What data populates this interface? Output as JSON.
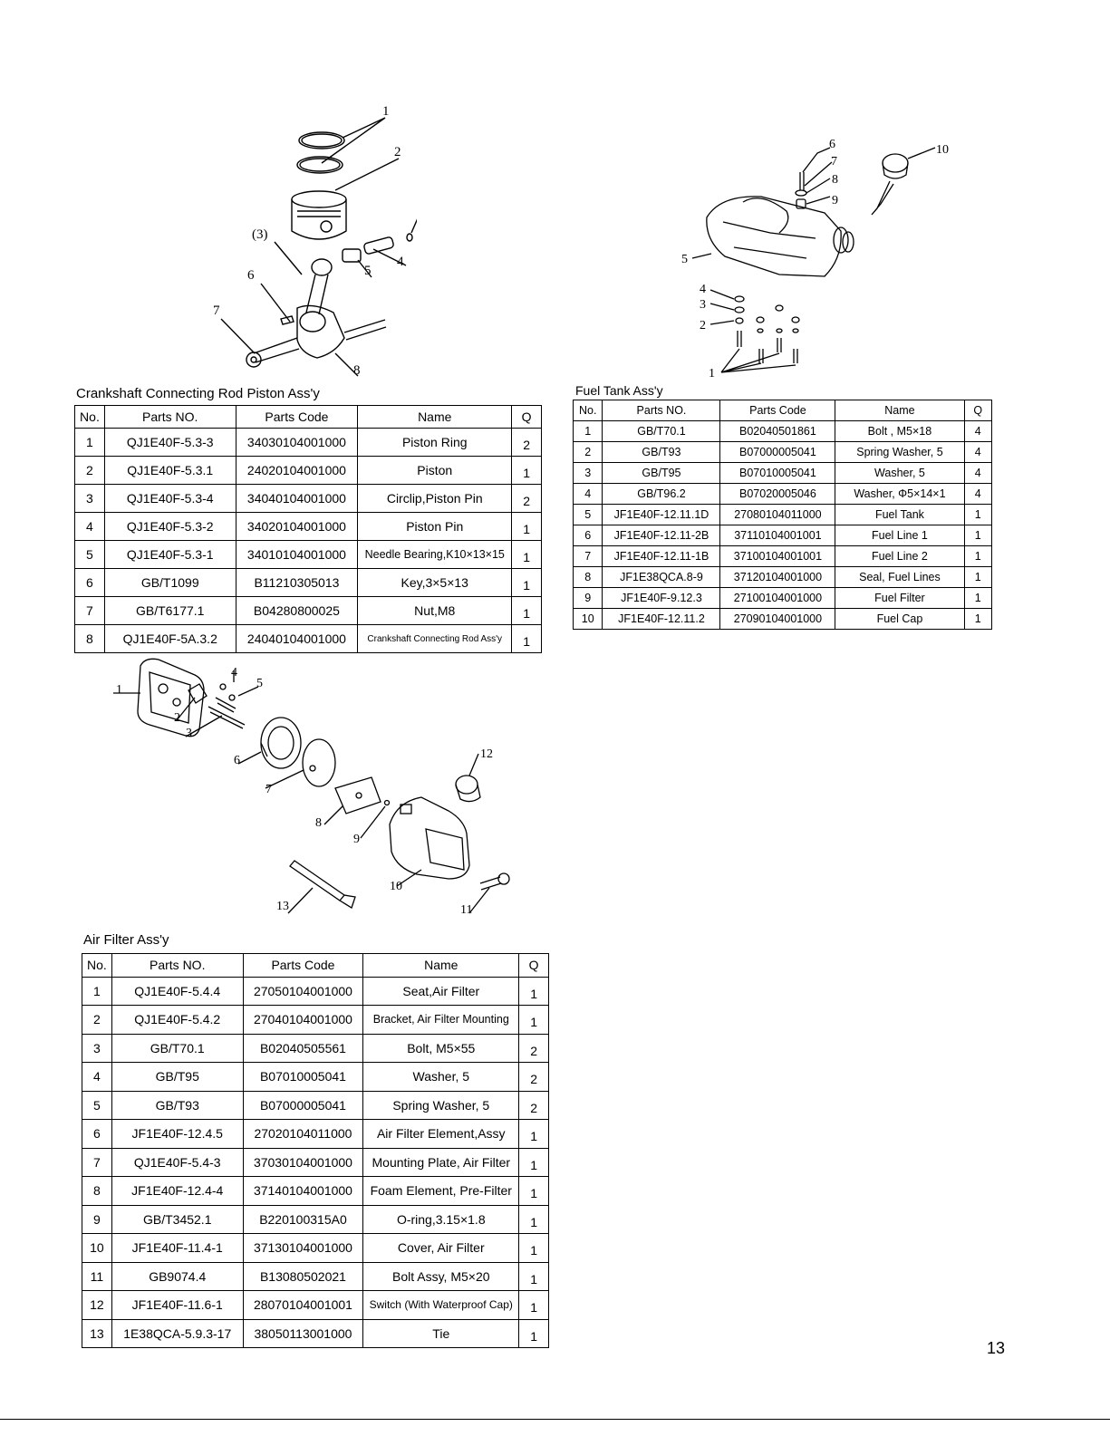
{
  "headers": {
    "no": "No.",
    "parts_no": "Parts NO.",
    "parts_code": "Parts Code",
    "name": "Name",
    "q": "Q"
  },
  "crankshaft": {
    "title": "Crankshaft  Connecting Rod Piston Ass'y",
    "rows": [
      {
        "no": "1",
        "parts_no": "QJ1E40F-5.3-3",
        "code": "34030104001000",
        "name": "Piston Ring",
        "q": "2"
      },
      {
        "no": "2",
        "parts_no": "QJ1E40F-5.3.1",
        "code": "24020104001000",
        "name": "Piston",
        "q": "1"
      },
      {
        "no": "3",
        "parts_no": "QJ1E40F-5.3-4",
        "code": "34040104001000",
        "name": "Circlip,Piston Pin",
        "q": "2"
      },
      {
        "no": "4",
        "parts_no": "QJ1E40F-5.3-2",
        "code": "34020104001000",
        "name": "Piston Pin",
        "q": "1"
      },
      {
        "no": "5",
        "parts_no": "QJ1E40F-5.3-1",
        "code": "34010104001000",
        "name": "Needle Bearing,K10×13×15",
        "q": "1"
      },
      {
        "no": "6",
        "parts_no": "GB/T1099",
        "code": "B11210305013",
        "name": "Key,3×5×13",
        "q": "1"
      },
      {
        "no": "7",
        "parts_no": "GB/T6177.1",
        "code": "B04280800025",
        "name": "Nut,M8",
        "q": "1"
      },
      {
        "no": "8",
        "parts_no": "QJ1E40F-5A.3.2",
        "code": "24040104001000",
        "name": "Crankshaft Connecting Rod  Ass'y",
        "q": "1"
      }
    ],
    "callouts": [
      "1",
      "2",
      "3",
      "(3)",
      "4",
      "5",
      "6",
      "7",
      "8"
    ]
  },
  "fuel_tank": {
    "title": "Fuel Tank Ass'y",
    "rows": [
      {
        "no": "1",
        "parts_no": "GB/T70.1",
        "code": "B02040501861",
        "name": "Bolt , M5×18",
        "q": "4"
      },
      {
        "no": "2",
        "parts_no": "GB/T93",
        "code": "B07000005041",
        "name": "Spring Washer, 5",
        "q": "4"
      },
      {
        "no": "3",
        "parts_no": "GB/T95",
        "code": "B07010005041",
        "name": "Washer, 5",
        "q": "4"
      },
      {
        "no": "4",
        "parts_no": "GB/T96.2",
        "code": "B07020005046",
        "name": "Washer, Φ5×14×1",
        "q": "4"
      },
      {
        "no": "5",
        "parts_no": "JF1E40F-12.11.1D",
        "code": "27080104011000",
        "name": "Fuel Tank",
        "q": "1"
      },
      {
        "no": "6",
        "parts_no": "JF1E40F-12.11-2B",
        "code": "37110104001001",
        "name": "Fuel Line 1",
        "q": "1"
      },
      {
        "no": "7",
        "parts_no": "JF1E40F-12.11-1B",
        "code": "37100104001001",
        "name": "Fuel Line 2",
        "q": "1"
      },
      {
        "no": "8",
        "parts_no": "JF1E38QCA.8-9",
        "code": "37120104001000",
        "name": "Seal, Fuel Lines",
        "q": "1"
      },
      {
        "no": "9",
        "parts_no": "JF1E40F-9.12.3",
        "code": "27100104001000",
        "name": "Fuel Filter",
        "q": "1"
      },
      {
        "no": "10",
        "parts_no": "JF1E40F-12.11.2",
        "code": "27090104001000",
        "name": "Fuel Cap",
        "q": "1"
      }
    ],
    "callouts": [
      "1",
      "2",
      "3",
      "4",
      "5",
      "6",
      "7",
      "8",
      "9",
      "10"
    ]
  },
  "air_filter": {
    "title": "Air Filter Ass'y",
    "rows": [
      {
        "no": "1",
        "parts_no": "QJ1E40F-5.4.4",
        "code": "27050104001000",
        "name": "Seat,Air Filter",
        "q": "1"
      },
      {
        "no": "2",
        "parts_no": "QJ1E40F-5.4.2",
        "code": "27040104001000",
        "name": "Bracket, Air Filter Mounting",
        "q": "1"
      },
      {
        "no": "3",
        "parts_no": "GB/T70.1",
        "code": "B02040505561",
        "name": "Bolt, M5×55",
        "q": "2"
      },
      {
        "no": "4",
        "parts_no": "GB/T95",
        "code": "B07010005041",
        "name": "Washer, 5",
        "q": "2"
      },
      {
        "no": "5",
        "parts_no": "GB/T93",
        "code": "B07000005041",
        "name": "Spring Washer, 5",
        "q": "2"
      },
      {
        "no": "6",
        "parts_no": "JF1E40F-12.4.5",
        "code": "27020104011000",
        "name": "Air Filter Element,Assy",
        "q": "1"
      },
      {
        "no": "7",
        "parts_no": "QJ1E40F-5.4-3",
        "code": "37030104001000",
        "name": "Mounting Plate, Air Filter",
        "q": "1"
      },
      {
        "no": "8",
        "parts_no": "JF1E40F-12.4-4",
        "code": "37140104001000",
        "name": "Foam Element, Pre-Filter",
        "q": "1"
      },
      {
        "no": "9",
        "parts_no": "GB/T3452.1",
        "code": "B220100315A0",
        "name": "O-ring,3.15×1.8",
        "q": "1"
      },
      {
        "no": "10",
        "parts_no": "JF1E40F-11.4-1",
        "code": "37130104001000",
        "name": "Cover, Air Filter",
        "q": "1"
      },
      {
        "no": "11",
        "parts_no": "GB9074.4",
        "code": "B13080502021",
        "name": "Bolt Assy, M5×20",
        "q": "1"
      },
      {
        "no": "12",
        "parts_no": "JF1E40F-11.6-1",
        "code": "28070104001001",
        "name": "Switch (With Waterproof Cap)",
        "q": "1"
      },
      {
        "no": "13",
        "parts_no": "1E38QCA-5.9.3-17",
        "code": "38050113001000",
        "name": "Tie",
        "q": "1"
      }
    ],
    "callouts": [
      "1",
      "2",
      "3",
      "4",
      "5",
      "6",
      "7",
      "8",
      "9",
      "10",
      "11",
      "12",
      "13"
    ]
  },
  "page_number": "13"
}
